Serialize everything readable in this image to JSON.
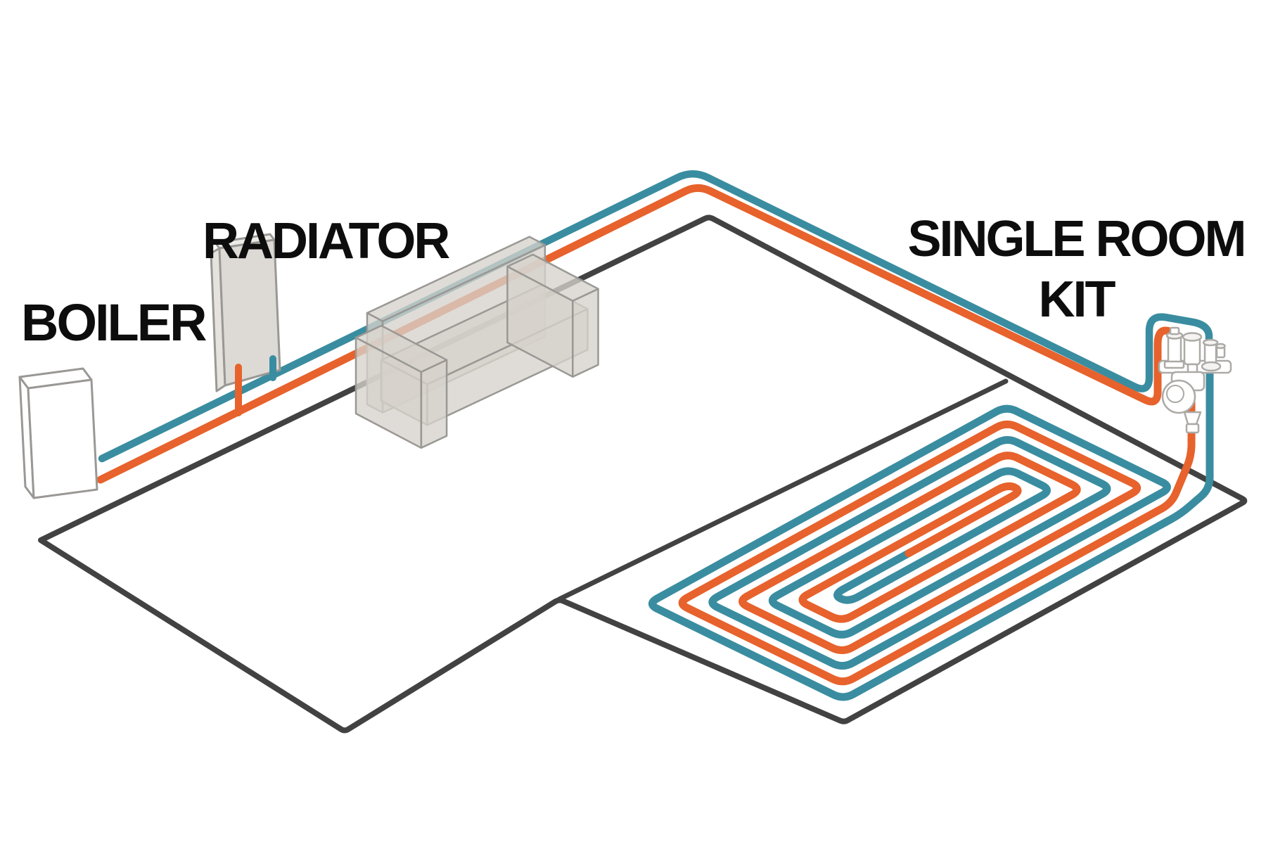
{
  "diagram": {
    "labels": {
      "boiler": "BOILER",
      "radiator": "RADIATOR",
      "kit_line1": "SINGLE ROOM",
      "kit_line2": "KIT"
    },
    "colors": {
      "flow_pipe_orange": "#E7622C",
      "return_pipe_teal": "#3A8DA0",
      "room_outline_dark": "#424242",
      "furniture_stroke_gray": "#9A9894",
      "furniture_fill_gray": "#D7D4CF",
      "boiler_fill_white": "#FFFFFF",
      "manifold_stroke_gray": "#ACAAA6",
      "label_text_black": "#0D0D0D"
    },
    "components": {
      "boiler": "boiler-unit",
      "radiator": "radiator-panel",
      "sofa": "sofa",
      "kit": "single-room-kit-manifold",
      "coil": "underfloor-heating-coil",
      "flow": "flow-pipe-orange",
      "return": "return-pipe-teal",
      "rooms": "room-outline"
    }
  }
}
